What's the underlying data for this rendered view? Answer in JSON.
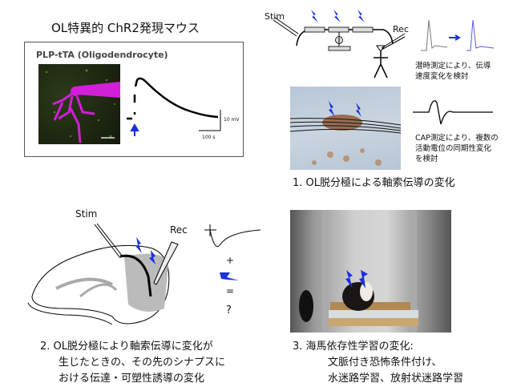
{
  "panel_top_left": {
    "title": "OL特異的 ChR2発現マウス",
    "image_label": "PLP-tTA (Oligodendrocyte)",
    "scale_voltage": "10 mV",
    "scale_time": "100 s"
  },
  "panel_1": {
    "stim_label": "Stim",
    "rec_label": "Rec",
    "latency_text": [
      "潜時測定により、伝導",
      "速度変化を検討"
    ],
    "cap_text": [
      "CAP測定により、複数の",
      "活動電位の同期性変化",
      "を検討"
    ],
    "heading": "1. OL脱分極による軸索伝導の変化"
  },
  "panel_2": {
    "stim_label": "Stim",
    "rec_label": "Rec",
    "plus": "+",
    "equals": "=",
    "question": "?",
    "heading_lines": [
      "2. OL脱分極により軸索伝導に変化が",
      "生じたときの、その先のシナプスに",
      "おける伝達・可塑性誘導の変化"
    ]
  },
  "panel_3": {
    "heading_lines": [
      "3. 海馬依存性学習の変化:",
      "文脈付き恐怖条件付け、",
      "水迷路学習、放射状迷路学習"
    ]
  },
  "colors": {
    "accent_blue": "#1a2fe0",
    "magenta": "#d21fd8",
    "trace_blue": "#5a5ae0"
  }
}
